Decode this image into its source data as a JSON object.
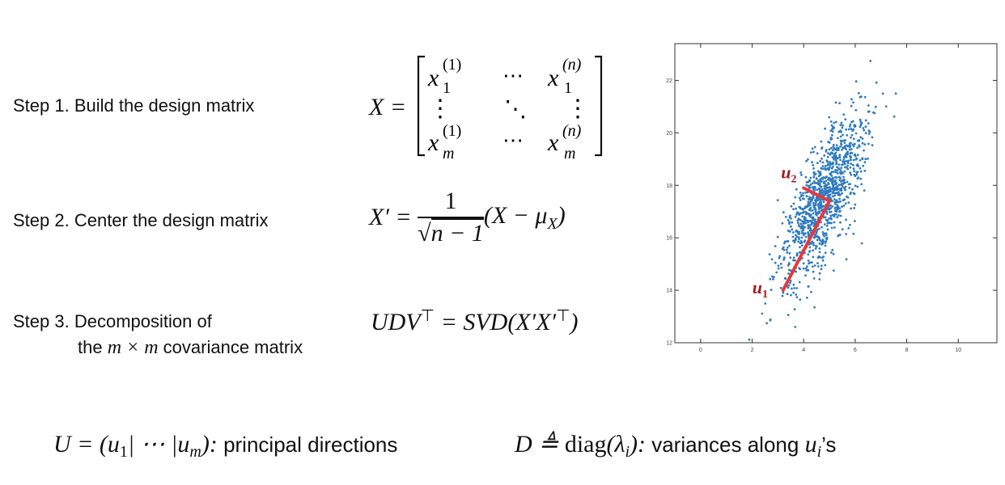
{
  "steps": [
    {
      "label": "Step 1. Build the design matrix"
    },
    {
      "label": "Step 2. Center the design matrix"
    },
    {
      "label_line1": "Step 3. Decomposition of",
      "label_line2_pre": "the ",
      "label_line2_math": "m × m",
      "label_line2_post": " covariance matrix"
    }
  ],
  "equations": {
    "eq1_lhs": "X =",
    "matrix": {
      "r1c1": "x",
      "r1c1_sup": "(1)",
      "r1c1_sub": "1",
      "r1c2": "⋯",
      "r1c3": "x",
      "r1c3_sup": "(n)",
      "r1c3_sub": "1",
      "r2c1": "⋮",
      "r2c2": "⋱",
      "r2c3": "⋮",
      "r3c1": "x",
      "r3c1_sup": "(1)",
      "r3c1_sub": "m",
      "r3c2": "⋯",
      "r3c3": "x",
      "r3c3_sup": "(n)",
      "r3c3_sub": "m"
    },
    "eq2_lhs": "X′ =",
    "eq2_num": "1",
    "eq2_den_sqrt": "√",
    "eq2_den": "n − 1",
    "eq2_rhs": "(X − μ",
    "eq2_rhs_sub": "X",
    "eq2_rhs_close": ")",
    "eq3": "UDV",
    "eq3_sup": "⊤",
    "eq3_mid": " = SVD(X′X′",
    "eq3_sup2": "⊤",
    "eq3_close": ")"
  },
  "bottom": {
    "left_math": "U = (u",
    "left_sub1": "1",
    "left_mid": "| ⋯ |u",
    "left_subm": "m",
    "left_close": "):",
    "left_text": " principal directions",
    "right_math": "D ≜ ",
    "right_diag": "diag",
    "right_lambda": "(λ",
    "right_sub": "i",
    "right_close": "):",
    "right_text": " variances along ",
    "right_u": "u",
    "right_usub": "i",
    "right_tail": "’s"
  },
  "chart_data": {
    "type": "scatter",
    "title": "",
    "xlabel": "",
    "ylabel": "",
    "xlim": [
      -1,
      11.5
    ],
    "ylim": [
      12,
      23.4
    ],
    "xticks": [
      "0",
      "2",
      "4",
      "6",
      "8",
      "10"
    ],
    "yticks": [
      "12",
      "14",
      "16",
      "18",
      "20",
      "22"
    ],
    "color": "#2f7bbf",
    "distribution": {
      "mean": [
        4.8,
        17.5
      ],
      "sd_major": 1.75,
      "sd_minor": 0.5,
      "angle_deg": 67,
      "n": 1100
    },
    "vectors": [
      {
        "label": "u",
        "sub": "1",
        "from": [
          3.2,
          14.0
        ],
        "to": [
          5.0,
          17.4
        ]
      },
      {
        "label": "u",
        "sub": "2",
        "from": [
          5.0,
          17.4
        ],
        "to": [
          4.0,
          17.9
        ]
      }
    ],
    "vector_color": "#e8373a",
    "label_color": "#a01c1c"
  }
}
